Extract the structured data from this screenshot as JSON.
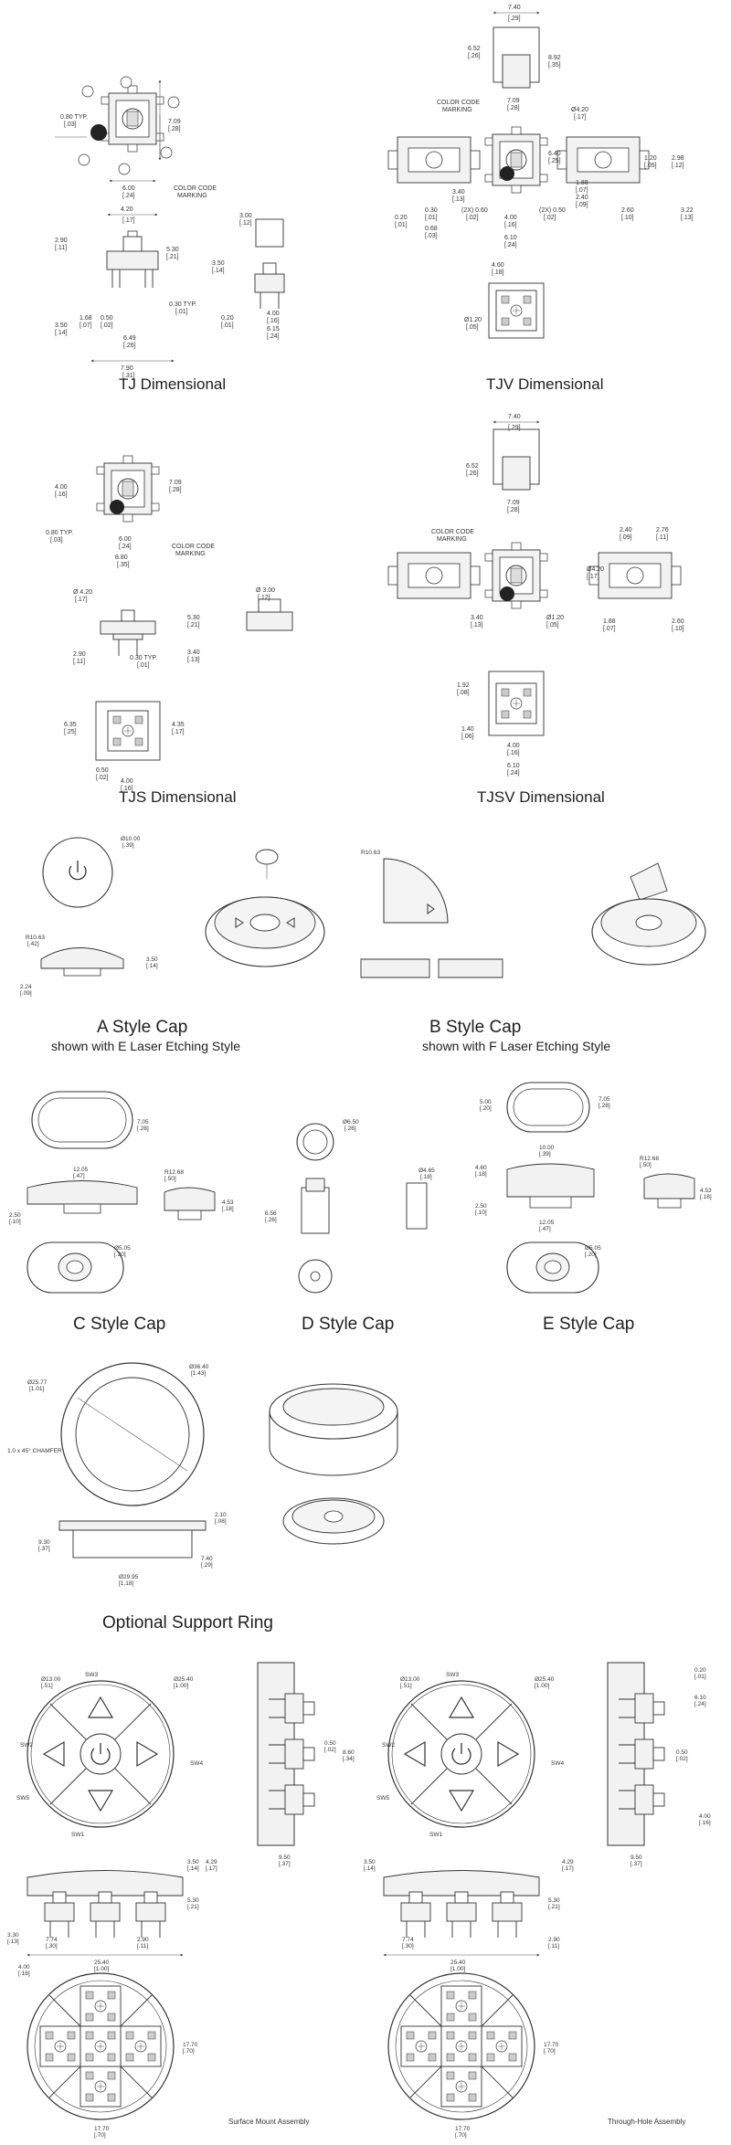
{
  "headings": {
    "tj": "TJ Dimensional",
    "tjv": "TJV Dimensional",
    "tjs": "TJS Dimensional",
    "tjsv": "TJSV Dimensional",
    "a_cap": "A Style Cap",
    "a_cap_sub": "shown with E Laser Etching Style",
    "b_cap": "B Style Cap",
    "b_cap_sub": "shown with F Laser Etching Style",
    "c_cap": "C Style Cap",
    "d_cap": "D Style Cap",
    "e_cap": "E Style Cap",
    "ring": "Optional Support Ring",
    "smt": "Surface Mount Assembly",
    "tha": "Through-Hole Assembly"
  },
  "labels": {
    "color_code": "COLOR CODE",
    "marking": "MARKING",
    "chamfer": "1.0 x 45° CHAMFER"
  },
  "tj": {
    "d1": "0.80 TYP.",
    "d1b": "[.03]",
    "d2": "7.09",
    "d2b": "[.28]",
    "d3": "6.00",
    "d3b": "[.24]",
    "d4": "4.20",
    "d4b": "[.17]",
    "d5": "2.90",
    "d5b": "[.11]",
    "d6": "5.30",
    "d6b": "[.21]",
    "d7": "3.00",
    "d7b": "[.12]",
    "d8": "3.50",
    "d8b": "[.14]",
    "d9": "1.68",
    "d9b": "[.07]",
    "d10": "0.50",
    "d10b": "[.02]",
    "d11": "6.49",
    "d11b": "[.26]",
    "d12": "0.30 TYP.",
    "d12b": "[.01]",
    "d13": "7.90",
    "d13b": "[.31]",
    "d14": "0.20",
    "d14b": "[.01]",
    "d15": "4.00",
    "d15b": "[.16]",
    "d16": "6.15",
    "d16b": "[.24]",
    "d17": "3.50",
    "d17b": "[.14]"
  },
  "tjv": {
    "d1": "7.40",
    "d1b": "[.29]",
    "d2": "6.52",
    "d2b": "[.26]",
    "d3": "8.92",
    "d3b": "[.35]",
    "d4": "7.09",
    "d4b": "[.28]",
    "d5": "Ø4.20",
    "d5b": "[.17]",
    "d6": "6.40",
    "d6b": "[.25]",
    "d7": "1.20",
    "d7b": "[.05]",
    "d8": "2.98",
    "d8b": "[.12]",
    "d9": "3.40",
    "d9b": "[.13]",
    "d10": "0.30",
    "d10b": "[.01]",
    "d11": "0.20",
    "d11b": "[.01]",
    "d12": "0.68",
    "d12b": "[.03]",
    "d13": "(2X) 0.60",
    "d13b": "[.02]",
    "d14": "4.00",
    "d14b": "[.16]",
    "d15": "(2X) 0.50",
    "d15b": "[.02]",
    "d16": "6.10",
    "d16b": "[.24]",
    "d17": "1.88",
    "d17b": "[.07]",
    "d18": "2.40",
    "d18b": "[.09]",
    "d19": "2.60",
    "d19b": "[.10]",
    "d20": "3.22",
    "d20b": "[.13]",
    "d21": "4.60",
    "d21b": "[.18]",
    "d22": "Ø1.20",
    "d22b": "[.05]"
  },
  "tjs": {
    "d1": "4.00",
    "d1b": "[.16]",
    "d2": "7.09",
    "d2b": "[.28]",
    "d3": "0.80 TYP.",
    "d3b": "[.03]",
    "d4": "6.00",
    "d4b": "[.24]",
    "d5": "8.80",
    "d5b": "[.35]",
    "d6": "Ø 4.20",
    "d6b": "[.17]",
    "d7": "5.30",
    "d7b": "[.21]",
    "d8": "2.90",
    "d8b": "[.11]",
    "d9": "0.30 TYP.",
    "d9b": "[.01]",
    "d10": "3.40",
    "d10b": "[.13]",
    "d11": "Ø 3.00",
    "d11b": "[.12]",
    "d12": "6.35",
    "d12b": "[.25]",
    "d13": "4.35",
    "d13b": "[.17]",
    "d14": "0.50",
    "d14b": "[.02]",
    "d15": "4.00",
    "d15b": "[.16]"
  },
  "tjsv": {
    "d1": "7.40",
    "d1b": "[.29]",
    "d2": "6.52",
    "d2b": "[.26]",
    "d3": "7.09",
    "d3b": "[.28]",
    "d4": "2.40",
    "d4b": "[.09]",
    "d5": "2.76",
    "d5b": "[.11]",
    "d6": "Ø4.20",
    "d6b": "[.17]",
    "d7": "3.40",
    "d7b": "[.13]",
    "d8": "Ø1.20",
    "d8b": "[.05]",
    "d9": "1.88",
    "d9b": "[.07]",
    "d10": "2.60",
    "d10b": "[.10]",
    "d11": "1.92",
    "d11b": "[.08]",
    "d12": "1.40",
    "d12b": "[.06]",
    "d13": "4.00",
    "d13b": "[.16]",
    "d14": "6.10",
    "d14b": "[.24]"
  },
  "a_cap": {
    "d1": "Ø10.00",
    "d1b": "[.39]",
    "d2": "R10.63",
    "d2b": "[.42]",
    "d3": "3.50",
    "d3b": "[.14]",
    "d4": "2.24",
    "d4b": "[.09]"
  },
  "c_cap": {
    "d1": "7.05",
    "d1b": "[.28]",
    "d2": "12.05",
    "d2b": "[.47]",
    "d3": "R12.68",
    "d3b": "[.50]",
    "d4": "4.53",
    "d4b": "[.18]",
    "d5": "2.50",
    "d5b": "[.10]",
    "d6": "Ø5.05",
    "d6b": "[.20]"
  },
  "d_cap": {
    "d1": "Ø6.50",
    "d1b": "[.26]",
    "d2": "Ø4.65",
    "d2b": "[.18]",
    "d3": "6.56",
    "d3b": "[.26]"
  },
  "e_cap": {
    "d1": "5.00",
    "d1b": "[.20]",
    "d2": "7.05",
    "d2b": "[.28]",
    "d3": "10.00",
    "d3b": "[.39]",
    "d4": "R12.68",
    "d4b": "[.50]",
    "d5": "4.60",
    "d5b": "[.18]",
    "d6": "4.53",
    "d6b": "[.18]",
    "d7": "2.50",
    "d7b": "[.10]",
    "d8": "12.05",
    "d8b": "[.47]",
    "d9": "Ø5.05",
    "d9b": "[.20]"
  },
  "ring": {
    "d1": "Ø25.77",
    "d1b": "[1.01]",
    "d2": "Ø36.40",
    "d2b": "[1.43]",
    "d3": "2.10",
    "d3b": "[.08]",
    "d4": "9.30",
    "d4b": "[.37]",
    "d5": "7.40",
    "d5b": "[.29]",
    "d6": "Ø29.95",
    "d6b": "[1.18]"
  },
  "asm": {
    "sw1": "SW1",
    "sw2": "SW2",
    "sw3": "SW3",
    "sw4": "SW4",
    "sw5": "SW5",
    "d1": "Ø13.00",
    "d1b": "[.51]",
    "d2": "Ø25.40",
    "d2b": "[1.00]",
    "d3": "3.50",
    "d3b": "[.14]",
    "d4": "4.29",
    "d4b": "[.17]",
    "d5": "5.30",
    "d5b": "[.21]",
    "d6": "3.30",
    "d6b": "[.13]",
    "d7": "7.74",
    "d7b": "[.30]",
    "d8": "25.40",
    "d8b": "[1.00]",
    "d9": "2.90",
    "d9b": "[.11]",
    "d10": "9.50",
    "d10b": "[.37]",
    "d11": "8.60",
    "d11b": "[.34]",
    "d12": "0.50",
    "d12b": "[.02]",
    "d13": "4.00",
    "d13b": "[.16]",
    "d14": "17.70",
    "d14b": "[.70]",
    "d15": "6.10",
    "d15b": "[.24]",
    "d16": "0.20",
    "d16b": "[.01]"
  }
}
